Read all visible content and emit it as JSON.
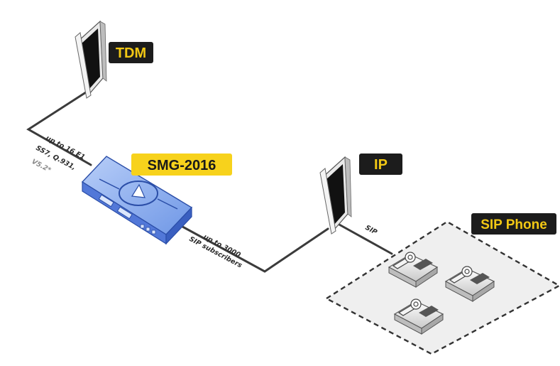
{
  "labels": {
    "tdm": "TDM",
    "smg": "SMG-2016",
    "ip": "IP",
    "sip_phone": "SIP Phone"
  },
  "links": {
    "e1_line1": "up to  16 E1",
    "e1_line2": "SS7, Q.931,",
    "e1_line3": "V5.2*",
    "sip_subs_line1": "up to  3000",
    "sip_subs_line2": "SIP subscribers",
    "sip": "SIP"
  },
  "colors": {
    "tag_dark": "#1c1c1c",
    "tag_dark_text": "#f2c814",
    "tag_yellow": "#f7d21c",
    "tag_yellow_text": "#1a1a1a",
    "device_blue": "#7fa6ec",
    "device_blue_dark": "#3d64c8",
    "line": "#3b3b3b"
  },
  "icons": {
    "network_cloud": "network-panel-icon",
    "gateway": "gateway-device-icon",
    "phone": "ip-phone-icon"
  }
}
